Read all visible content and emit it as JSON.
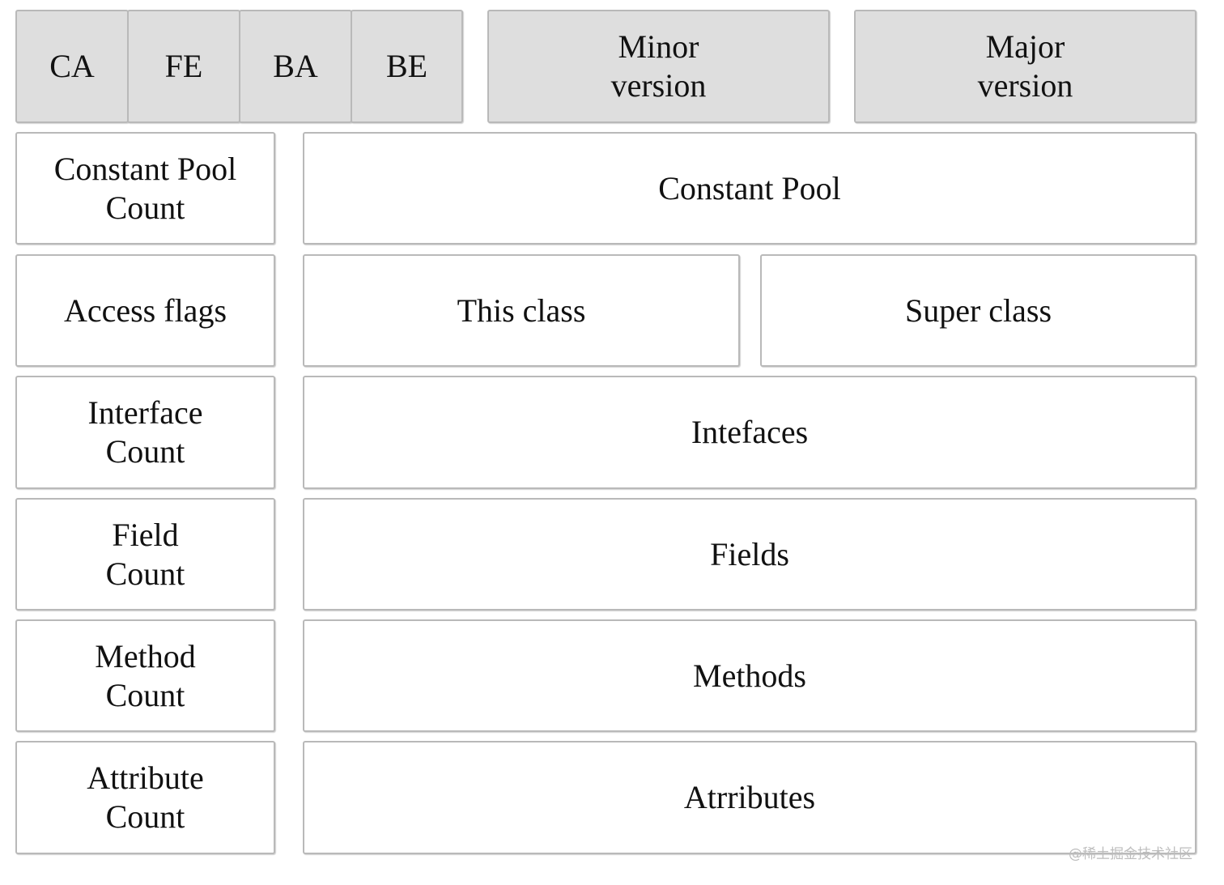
{
  "header": {
    "magic": [
      "CA",
      "FE",
      "BA",
      "BE"
    ],
    "minor_version": "Minor\nversion",
    "major_version": "Major\nversion"
  },
  "rows": {
    "constant_pool": {
      "count": "Constant Pool\nCount",
      "content": "Constant Pool"
    },
    "access": {
      "flags": "Access flags",
      "this_class": "This class",
      "super_class": "Super class"
    },
    "interfaces": {
      "count": "Interface\nCount",
      "content": "Intefaces"
    },
    "fields": {
      "count": "Field\nCount",
      "content": "Fields"
    },
    "methods": {
      "count": "Method\nCount",
      "content": "Methods"
    },
    "attributes": {
      "count": "Attribute\nCount",
      "content": "Atrributes"
    }
  },
  "watermark": "@稀土掘金技术社区",
  "colors": {
    "header_fill": "#dedede",
    "body_fill": "#ffffff",
    "border": "#b9b9b9",
    "text": "#111111"
  }
}
